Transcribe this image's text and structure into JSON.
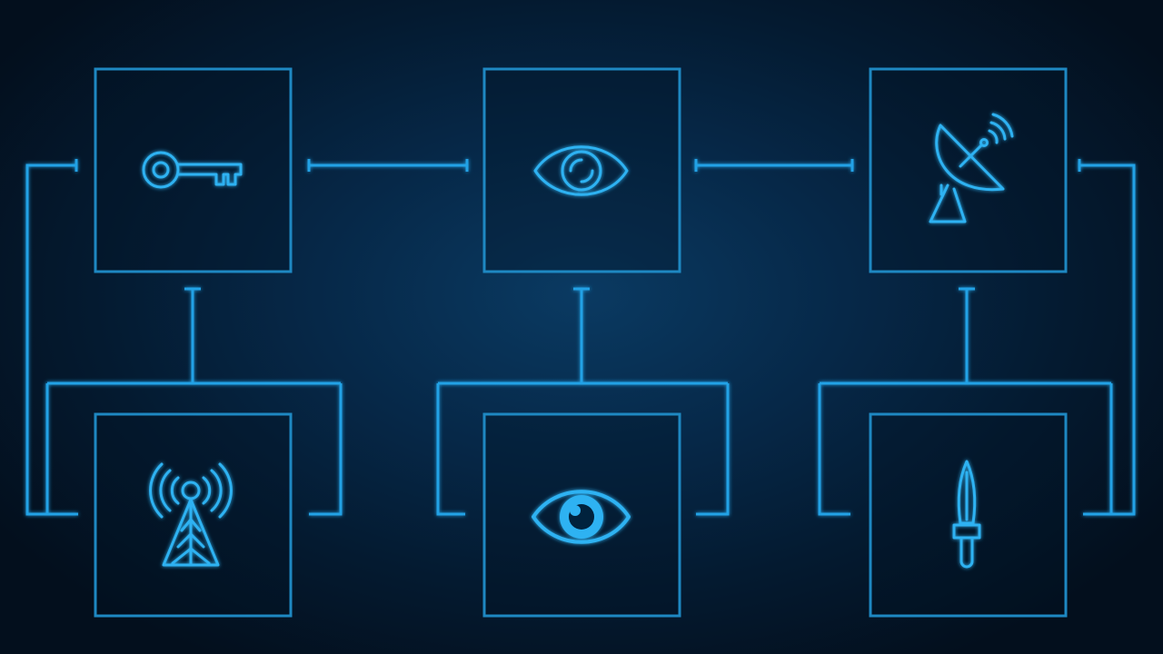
{
  "diagram": {
    "nodes": [
      {
        "id": "top-left",
        "icon": "key-icon"
      },
      {
        "id": "top-center",
        "icon": "eye-icon"
      },
      {
        "id": "top-right",
        "icon": "satellite-dish-icon"
      },
      {
        "id": "bottom-left",
        "icon": "radio-tower-icon"
      },
      {
        "id": "bottom-center",
        "icon": "eye-icon"
      },
      {
        "id": "bottom-right",
        "icon": "dagger-icon"
      }
    ],
    "edges": [
      {
        "from": "top-left",
        "to": "top-center"
      },
      {
        "from": "top-center",
        "to": "top-right"
      },
      {
        "from": "top-left",
        "to": "bottom-left"
      },
      {
        "from": "top-center",
        "to": "bottom-center"
      },
      {
        "from": "top-right",
        "to": "bottom-right"
      },
      {
        "from": "top-left",
        "to": "bottom-left",
        "route": "outer-left"
      },
      {
        "from": "top-right",
        "to": "bottom-right",
        "route": "outer-right"
      }
    ]
  },
  "colors": {
    "background": "#041a30",
    "box_stroke": "#1e88c2",
    "line_stroke": "#22a2e6",
    "icon_stroke": "#2eb2f2"
  }
}
